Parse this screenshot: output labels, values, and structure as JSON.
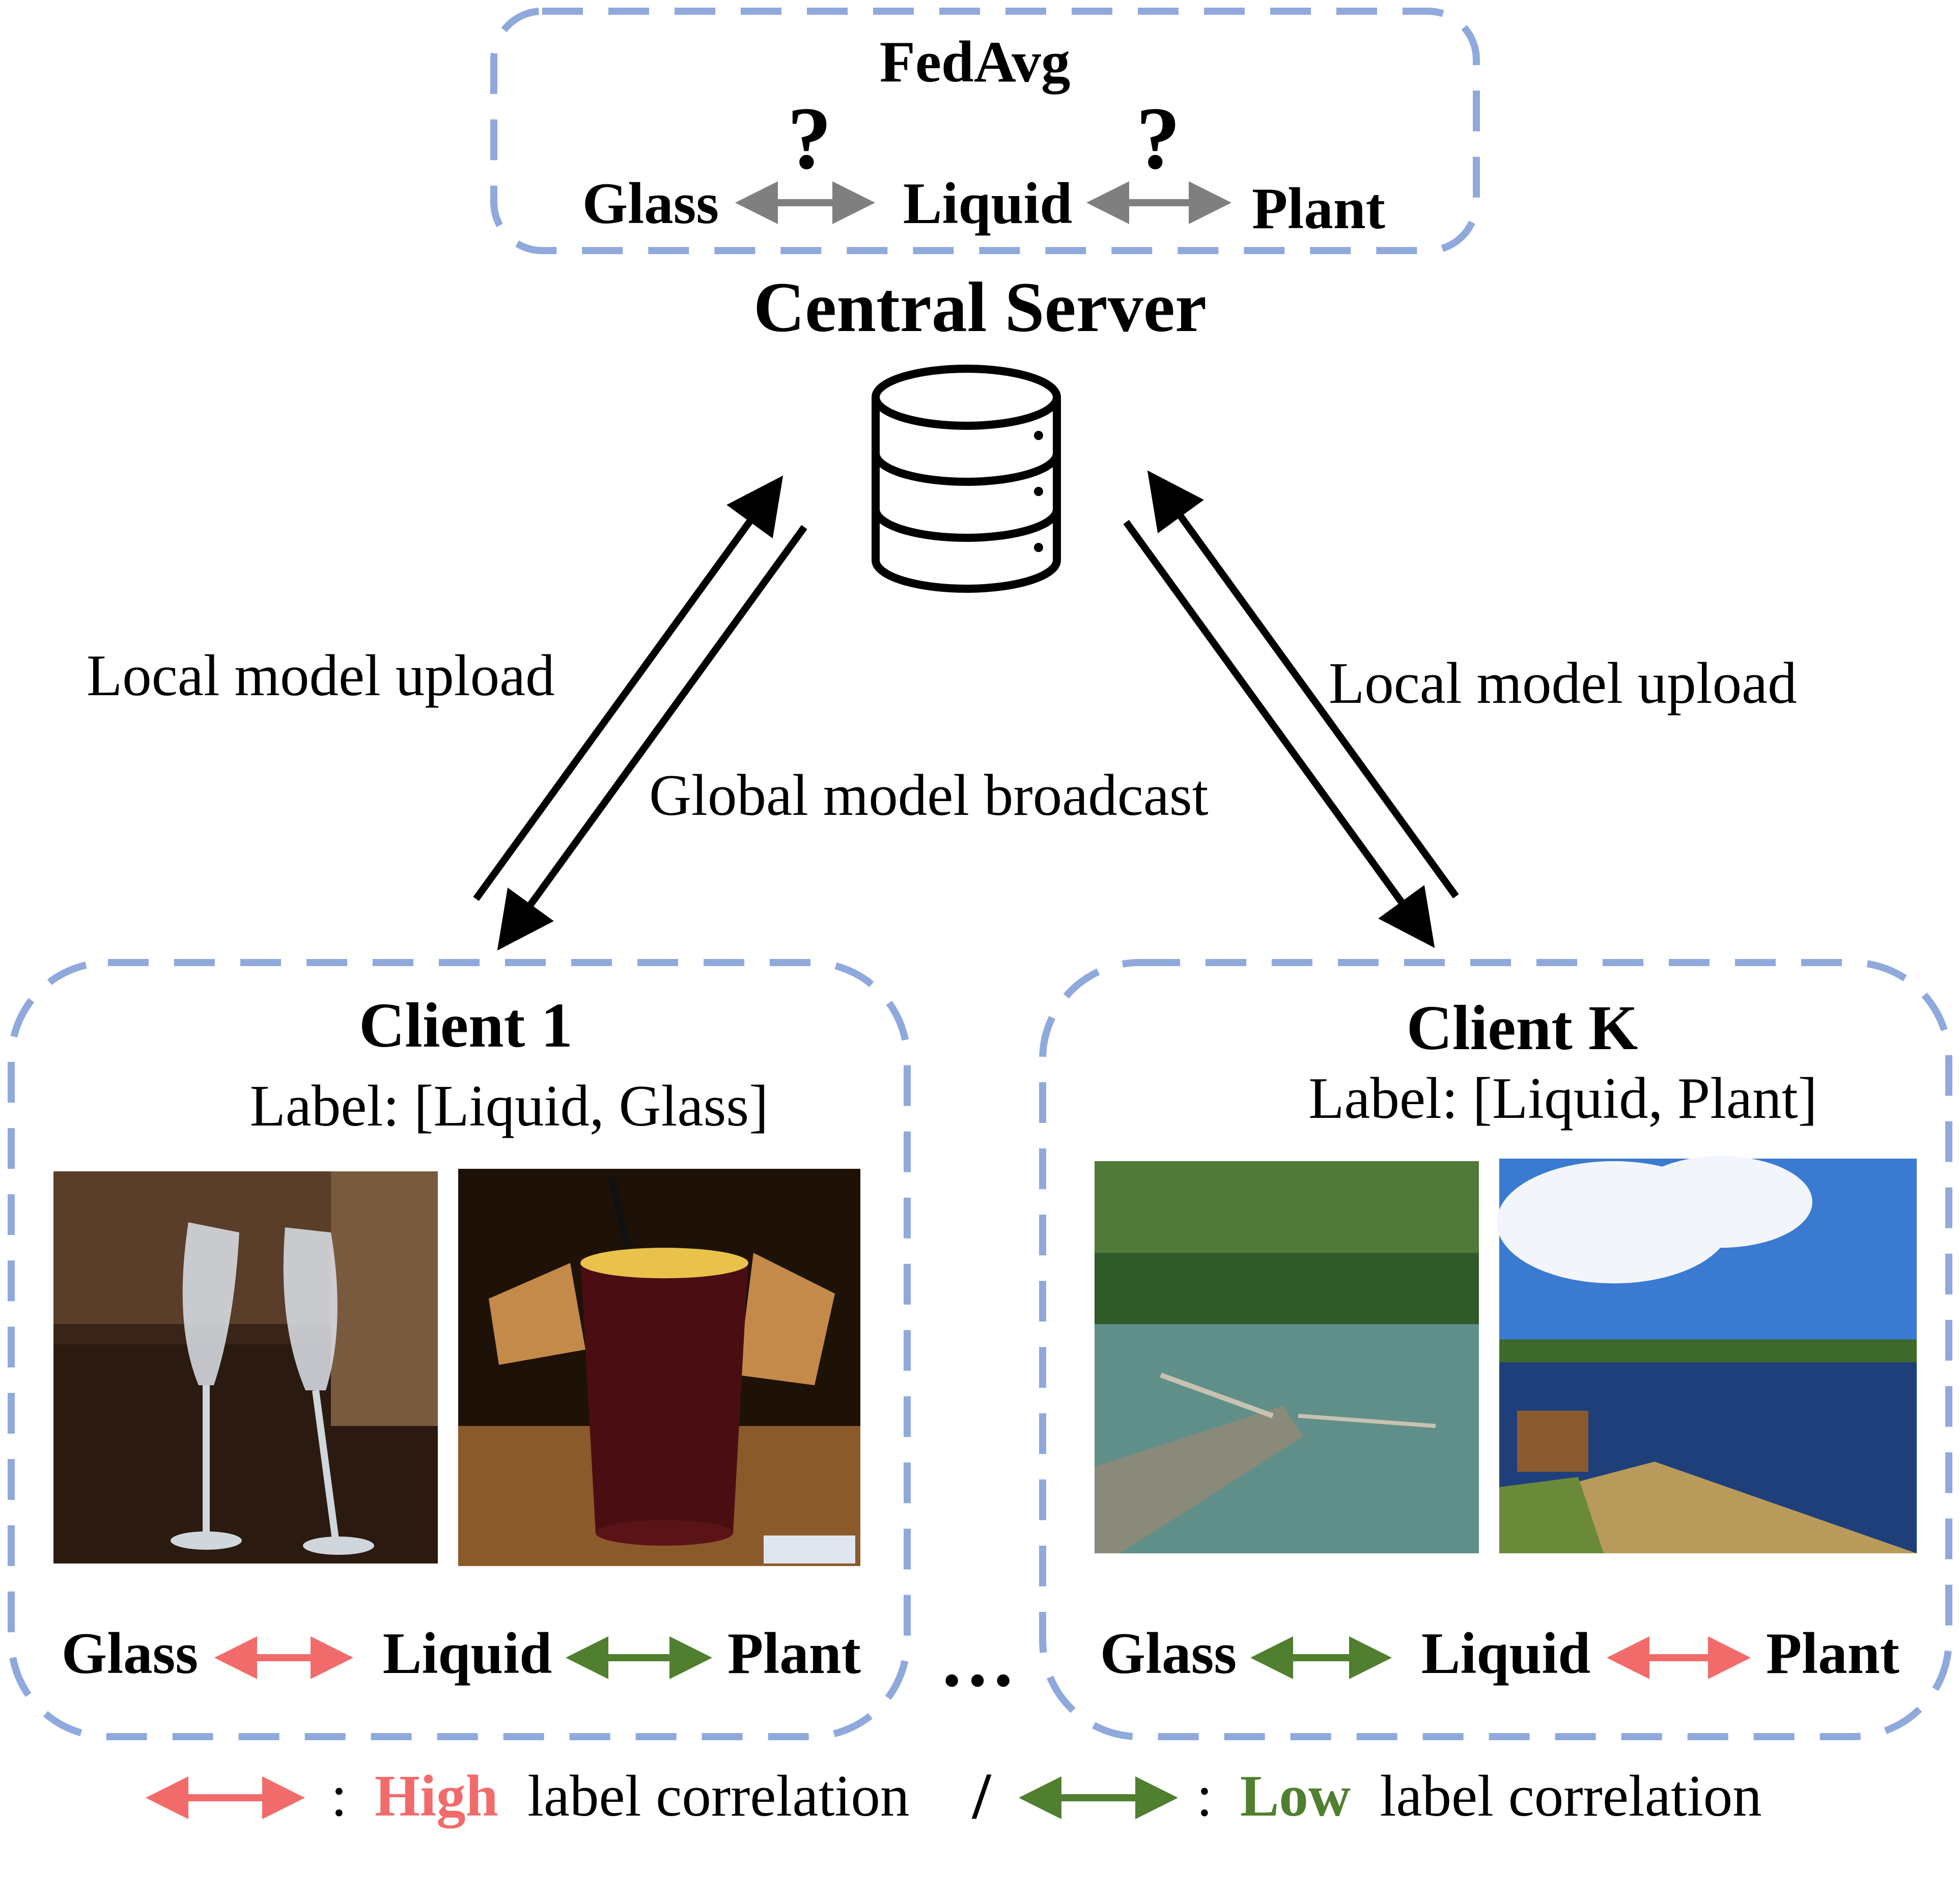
{
  "server": {
    "algorithm": "FedAvg",
    "unknown_mark_left": "?",
    "unknown_mark_right": "?",
    "labels": [
      "Glass",
      "Liquid",
      "Plant"
    ],
    "title": "Central Server",
    "icon": "database-icon"
  },
  "links": {
    "left_upload": "Local model upload",
    "broadcast": "Global model broadcast",
    "right_upload": "Local model upload"
  },
  "client1": {
    "title": "Client 1",
    "label_text": "Label: [Liquid, Glass]",
    "labels": [
      "Glass",
      "Liquid",
      "Plant"
    ],
    "relations": [
      "high",
      "low"
    ],
    "images": [
      "champagne-glasses-photo",
      "cocktail-glass-photo"
    ]
  },
  "ellipsis": "…",
  "clientK": {
    "title": "Client K",
    "label_text": "Label: [Liquid, Plant]",
    "labels": [
      "Glass",
      "Liquid",
      "Plant"
    ],
    "relations": [
      "low",
      "high"
    ],
    "images": [
      "forest-lake-log-photo",
      "lake-bench-photo"
    ]
  },
  "legend": {
    "separator": ":",
    "high_word": "High",
    "high_rest": " label correlation",
    "slash": "/",
    "low_word": "Low",
    "low_rest": " label correlation"
  },
  "colors": {
    "dashed_border": "#8fa9dc",
    "high": "#f26b6b",
    "low": "#4f7f2f",
    "server_arrow": "#7f7f7f"
  }
}
